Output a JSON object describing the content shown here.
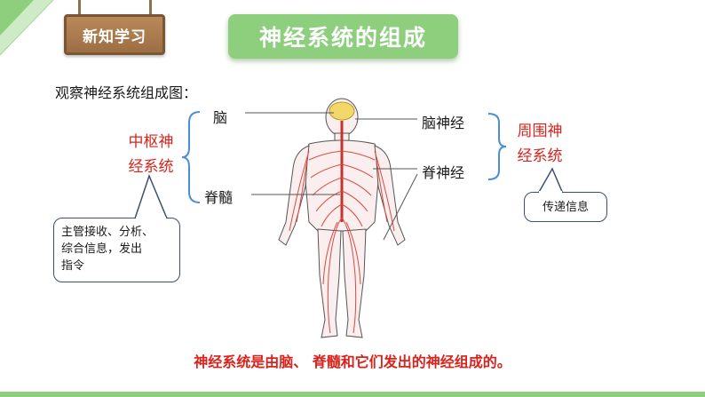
{
  "sign": {
    "text": "新知学习"
  },
  "title": "神经系统的组成",
  "intro": "观察神经系统组成图：",
  "labels": {
    "brain": "脑",
    "spinal_cord": "脊髓",
    "brain_nerves": "脑神经",
    "spinal_nerves": "脊神经"
  },
  "cns": {
    "line1": "中枢神",
    "line2": "经系统"
  },
  "pns": {
    "line1": "周围神",
    "line2": "经系统"
  },
  "cns_bubble": {
    "line1": "主管接收、分析、",
    "line2": "综合信息，发出",
    "line3": "指令"
  },
  "pns_bubble": {
    "text": "传递信息"
  },
  "conclusion": "神经系统是由脑、 脊髓和它们发出的神经组成的。",
  "colors": {
    "accent_green": "#8dcf7d",
    "text_red": "#d9231c",
    "bracket_blue": "#4a8fd6"
  }
}
